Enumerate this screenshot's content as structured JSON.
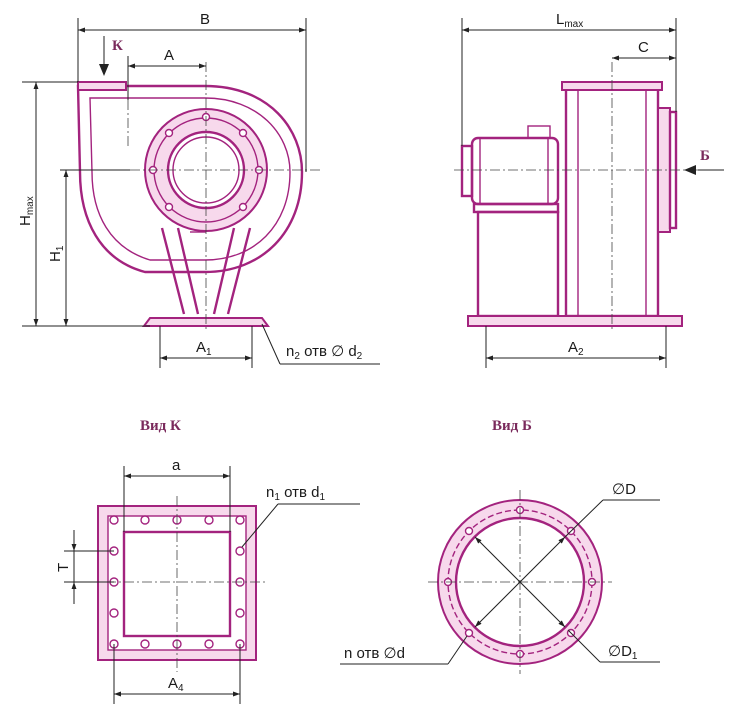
{
  "colors": {
    "outline": "#a3237e",
    "title": "#7a2a5c",
    "dimension": "#222222"
  },
  "front_view": {
    "dim_B": "B",
    "dim_A": "A",
    "view_mark": "К",
    "dim_Hmax": "H",
    "dim_Hmax_sub": "max",
    "dim_H1": "H",
    "dim_H1_sub": "1",
    "dim_A1": "A",
    "dim_A1_sub": "1",
    "holes_n2": "n",
    "holes_n2_sub": "2",
    "holes_n2_text": " отв ∅ d",
    "holes_n2_d_sub": "2"
  },
  "side_view": {
    "dim_Lmax": "L",
    "dim_Lmax_sub": "max",
    "dim_C": "C",
    "view_mark": "Б",
    "dim_A2": "A",
    "dim_A2_sub": "2"
  },
  "view_k": {
    "title": "Вид К",
    "dim_a": "a",
    "dim_T": "T",
    "dim_A4": "A",
    "dim_A4_sub": "4",
    "holes_n1": "n",
    "holes_n1_sub": "1",
    "holes_n1_text": " отв d",
    "holes_n1_d_sub": "1"
  },
  "view_b": {
    "title": "Вид Б",
    "dim_D": "∅D",
    "dim_D1": "∅D",
    "dim_D1_sub": "1",
    "holes_n": "n отв ∅d"
  }
}
